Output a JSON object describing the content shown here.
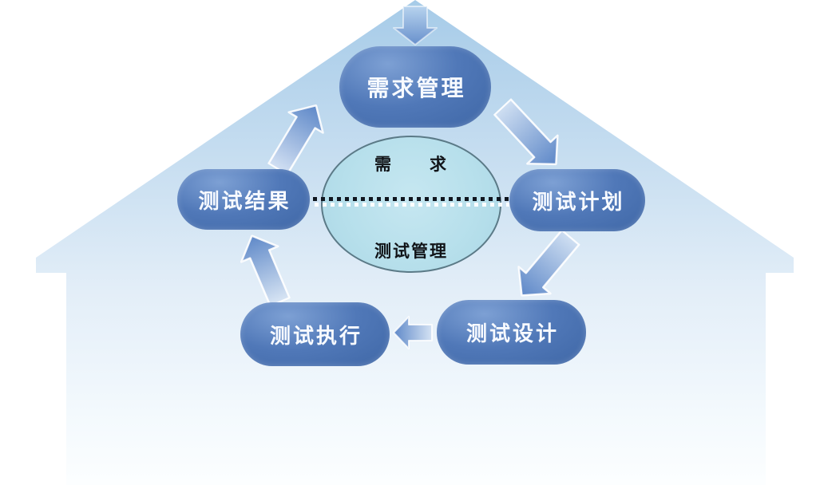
{
  "diagram": {
    "kind": "test-process-cycle",
    "center_ellipse": {
      "top_label": "需　　求",
      "bottom_label": "测试管理",
      "fill_color": "#b6dfeb",
      "border_color": "#5b7a87",
      "divider_style": "black dotted line over white dashed line"
    },
    "nodes": [
      {
        "id": "requirements-management",
        "label": "需求管理"
      },
      {
        "id": "test-plan",
        "label": "测试计划"
      },
      {
        "id": "test-design",
        "label": "测试设计"
      },
      {
        "id": "test-execution",
        "label": "测试执行"
      },
      {
        "id": "test-results",
        "label": "测试结果"
      }
    ],
    "arrows": [
      {
        "icon": "arrow-down-icon",
        "to": "requirements-management"
      },
      {
        "icon": "arrow-up-right-icon",
        "from": "test-results",
        "to": "requirements-management"
      },
      {
        "icon": "arrow-down-right-icon",
        "from": "requirements-management",
        "to": "test-plan"
      },
      {
        "icon": "arrow-down-left-icon",
        "from": "test-plan",
        "to": "test-design"
      },
      {
        "icon": "arrow-left-icon",
        "from": "test-design",
        "to": "test-execution"
      },
      {
        "icon": "arrow-up-icon",
        "from": "test-execution",
        "to": "test-results"
      }
    ],
    "colors": {
      "node_fill": "#4a74b4",
      "node_text": "#ffffff",
      "arrow_head": "#5e88c8",
      "arrow_tail": "#d2e0f3",
      "house_top": "#a6cbe8",
      "house_bottom": "#fcfeff"
    }
  }
}
